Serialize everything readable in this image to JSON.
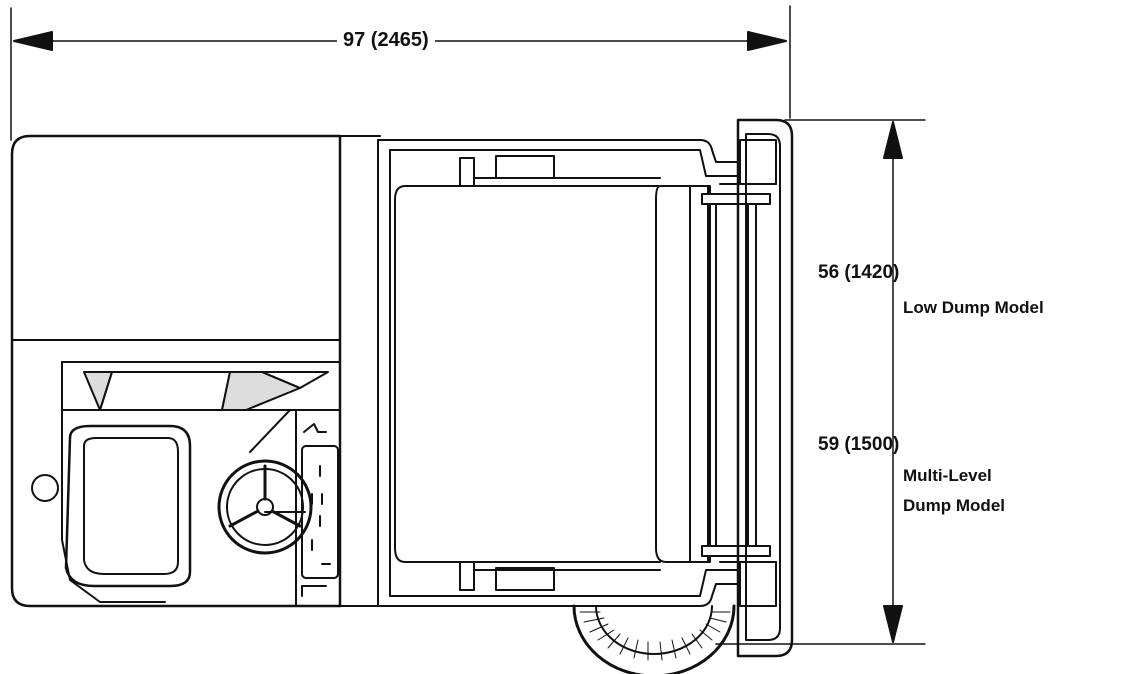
{
  "dimensions": {
    "width": {
      "label": "97 (2465)"
    },
    "height_low": {
      "label": "56 (1420)",
      "model": "Low Dump Model"
    },
    "height_multi": {
      "label": "59 (1500)",
      "model_line1": "Multi-Level",
      "model_line2": "Dump Model"
    }
  },
  "colors": {
    "ink": "#111111",
    "paper": "#ffffff",
    "shade": "#d8d8d8"
  }
}
